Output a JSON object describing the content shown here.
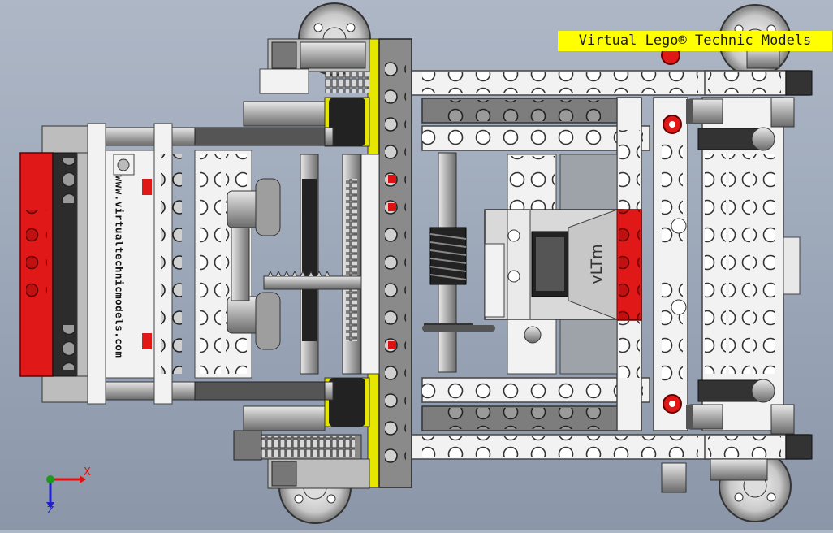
{
  "banner": {
    "text": "Virtual Lego® Technic Models",
    "background": "#ffff00"
  },
  "frame_label": {
    "text": "www.virtualtechnicmodels.com"
  },
  "panel_label": {
    "text": "vLTm"
  },
  "axes": {
    "x_label": "X",
    "z_label": "Z"
  },
  "colors": {
    "beam_white": "#f2f2f2",
    "beam_gray": "#8a8a8a",
    "dark_gray": "#3a3a3a",
    "red": "#e01818",
    "yellow": "#e6e600",
    "metal": "#b8bcc2"
  },
  "icons": [
    "wheel-icon",
    "gear-icon",
    "axis-triad-icon",
    "pin-icon"
  ]
}
